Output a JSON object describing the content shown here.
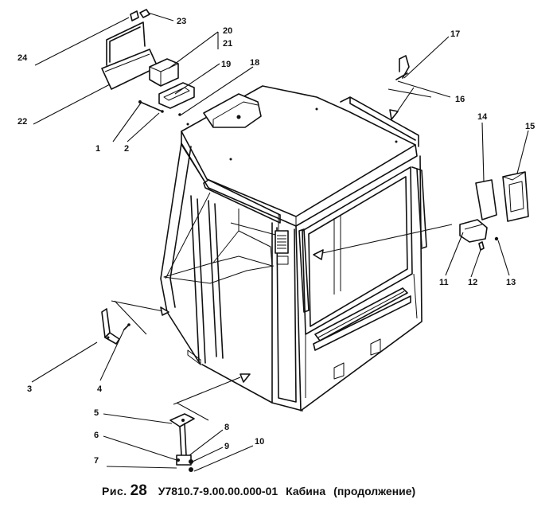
{
  "labels": [
    "1",
    "2",
    "3",
    "4",
    "5",
    "6",
    "7",
    "8",
    "9",
    "10",
    "11",
    "12",
    "13",
    "14",
    "15",
    "16",
    "17",
    "18",
    "19",
    "20",
    "21",
    "22",
    "23",
    "24"
  ],
  "caption": {
    "prefix": "Рис.",
    "number": "28",
    "code": "У7810.7-9.00.00.000-01",
    "title": "Кабина",
    "subtitle": "(продолжение)"
  }
}
